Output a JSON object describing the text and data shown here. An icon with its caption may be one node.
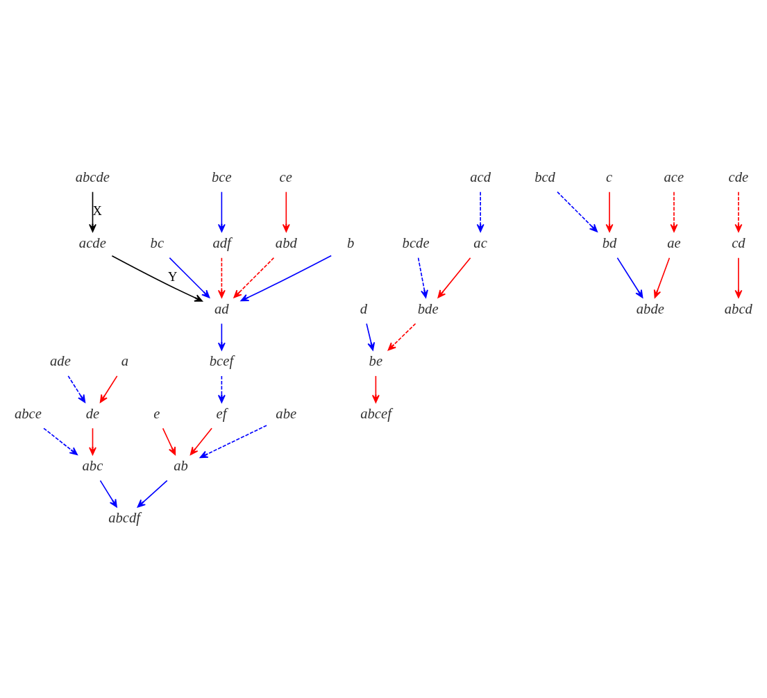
{
  "diagram": {
    "nodes": [
      {
        "text": [
          "abcde"
        ]
      },
      {
        "text": [
          "acde"
        ]
      },
      {
        "text": [
          "bc"
        ]
      },
      {
        "text": [
          "bce"
        ]
      },
      {
        "text": [
          "adf"
        ]
      },
      {
        "text": [
          "ad"
        ]
      },
      {
        "text": [
          "abd"
        ]
      },
      {
        "text": [
          "ce"
        ]
      },
      {
        "text": [
          "b"
        ]
      },
      {
        "text": [
          "d"
        ]
      },
      {
        "text": [
          "bcef"
        ]
      },
      {
        "text": [
          "abe"
        ]
      },
      {
        "text": [
          "abce"
        ]
      },
      {
        "text": [
          "ade"
        ]
      },
      {
        "text": [
          "be"
        ]
      },
      {
        "text": [
          "abcef"
        ]
      },
      {
        "text": [
          "ef"
        ]
      },
      {
        "text": [
          "ab"
        ]
      },
      {
        "text": [
          "abcdf"
        ]
      },
      {
        "text": [
          "abc"
        ]
      },
      {
        "text": [
          "de"
        ]
      },
      {
        "text": [
          "bde"
        ]
      },
      {
        "text": [
          "bcde"
        ]
      },
      {
        "text": [
          "e"
        ]
      },
      {
        "text": [
          "a"
        ]
      },
      {
        "text": [
          "ac"
        ]
      },
      {
        "text": [
          "bcd"
        ]
      },
      {
        "text": [
          "bd"
        ]
      },
      {
        "text": [
          "abde"
        ]
      },
      {
        "text": [
          "ae"
        ]
      },
      {
        "text": [
          "ace"
        ]
      },
      {
        "text": [
          "acd"
        ]
      },
      {
        "text": [
          "c"
        ]
      },
      {
        "text": [
          "cde"
        ]
      },
      {
        "text": [
          "cd"
        ]
      },
      {
        "text": [
          "abcd"
        ]
      }
    ],
    "edges": [
      {
        "from": 0,
        "to": 1,
        "arrow": "to",
        "label": "X",
        "color": "#000000"
      },
      {
        "from": 1,
        "to": 5,
        "arrow": "to",
        "label": "Y",
        "color": "#000000"
      },
      {
        "from": 2,
        "to": 5,
        "arrow": "to",
        "color": "#0000ff"
      },
      {
        "from": 3,
        "to": 4,
        "arrow": "to",
        "color": "#0000ff"
      },
      {
        "from": 4,
        "to": 5,
        "arrow": "to",
        "style": "dashed",
        "color": "#ff0000"
      },
      {
        "from": 6,
        "to": 5,
        "arrow": "to",
        "style": "dashed",
        "color": "#ff0000"
      },
      {
        "from": 7,
        "to": 6,
        "arrow": "to",
        "color": "#ff0000"
      },
      {
        "from": 8,
        "to": 5,
        "arrow": "to",
        "color": "#0000ff"
      },
      {
        "from": 5,
        "to": 10,
        "arrow": "to",
        "color": "#0000ff"
      },
      {
        "from": 10,
        "to": 16,
        "arrow": "to",
        "style": "dashed",
        "color": "#0000ff"
      },
      {
        "from": 11,
        "to": 17,
        "arrow": "to",
        "style": "dashed",
        "color": "#0000ff"
      },
      {
        "from": 12,
        "to": 19,
        "arrow": "to",
        "style": "dashed",
        "color": "#0000ff"
      },
      {
        "from": 13,
        "to": 20,
        "arrow": "to",
        "style": "dashed",
        "color": "#0000ff"
      },
      {
        "from": 9,
        "to": 14,
        "arrow": "to",
        "color": "#0000ff"
      },
      {
        "from": 14,
        "to": 15,
        "arrow": "to",
        "color": "#ff0000"
      },
      {
        "from": 16,
        "to": 17,
        "arrow": "to",
        "color": "#ff0000"
      },
      {
        "from": 17,
        "to": 18,
        "arrow": "to",
        "color": "#0000ff"
      },
      {
        "from": 19,
        "to": 18,
        "arrow": "to",
        "color": "#0000ff"
      },
      {
        "from": 20,
        "to": 19,
        "arrow": "to",
        "color": "#ff0000"
      },
      {
        "from": 23,
        "to": 17,
        "arrow": "to",
        "color": "#ff0000"
      },
      {
        "from": 24,
        "to": 20,
        "arrow": "to",
        "color": "#ff0000"
      },
      {
        "from": 21,
        "to": 14,
        "arrow": "to",
        "style": "dashed",
        "color": "#ff0000"
      },
      {
        "from": 22,
        "to": 21,
        "arrow": "to",
        "style": "dashed",
        "color": "#0000ff"
      },
      {
        "from": 25,
        "to": 21,
        "arrow": "to",
        "color": "#ff0000"
      },
      {
        "from": 31,
        "to": 25,
        "arrow": "to",
        "style": "dashed",
        "color": "#0000ff"
      },
      {
        "from": 26,
        "to": 27,
        "arrow": "to",
        "style": "dashed",
        "color": "#0000ff"
      },
      {
        "from": 27,
        "to": 28,
        "arrow": "to",
        "color": "#0000ff"
      },
      {
        "from": 29,
        "to": 28,
        "arrow": "to",
        "color": "#ff0000"
      },
      {
        "from": 30,
        "to": 29,
        "arrow": "to",
        "style": "dashed",
        "color": "#ff0000"
      },
      {
        "from": 32,
        "to": 27,
        "arrow": "to",
        "color": "#ff0000"
      },
      {
        "from": 33,
        "to": 34,
        "arrow": "to",
        "style": "dashed",
        "color": "#ff0000"
      },
      {
        "from": 34,
        "to": 35,
        "arrow": "to",
        "color": "#ff0000"
      }
    ]
  }
}
